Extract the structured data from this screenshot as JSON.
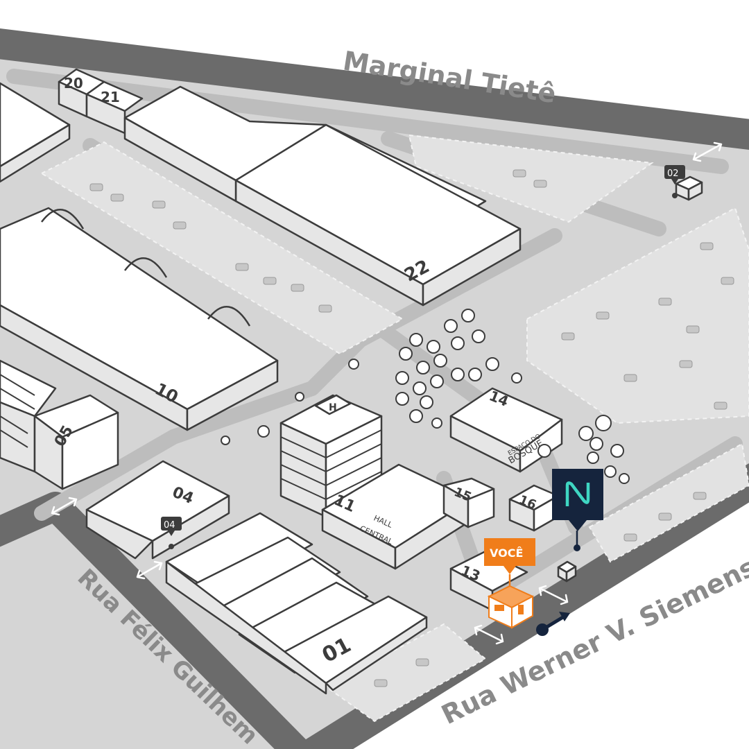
{
  "roads": {
    "north": "Marginal Tietê",
    "southeast": "Rua Werner V. Siemens",
    "southwest": "Rua Félix Guilhem"
  },
  "buildings": [
    {
      "id": "b20",
      "label": "20"
    },
    {
      "id": "b21",
      "label": "21"
    },
    {
      "id": "b22",
      "label": "22"
    },
    {
      "id": "b10",
      "label": "10"
    },
    {
      "id": "b05",
      "label": "05"
    },
    {
      "id": "b04",
      "label": "04"
    },
    {
      "id": "b11",
      "label": "11"
    },
    {
      "id": "b14",
      "label": "14"
    },
    {
      "id": "b15",
      "label": "15"
    },
    {
      "id": "b16",
      "label": "16"
    },
    {
      "id": "b13",
      "label": "13"
    },
    {
      "id": "b01",
      "label": "01"
    }
  ],
  "hall": {
    "line1": "HALL",
    "line2": "CENTRAL"
  },
  "bosque": {
    "line1": "ESPAÇO DO",
    "line2": "BOSQUE"
  },
  "gates": {
    "gate02": "02",
    "gate04": "04"
  },
  "helipad": "H",
  "you_are_here": "VOCÊ",
  "colors": {
    "you_marker": "#f07d1a",
    "brand_marker": "#15243d",
    "brand_logo": "#3fd6c2",
    "road": "#6b6b6b",
    "ground": "#d9d9d9"
  },
  "icons": [
    "arrow-double-icon",
    "entrance-arrow-icon",
    "brand-logo-icon",
    "location-pin-icon"
  ]
}
